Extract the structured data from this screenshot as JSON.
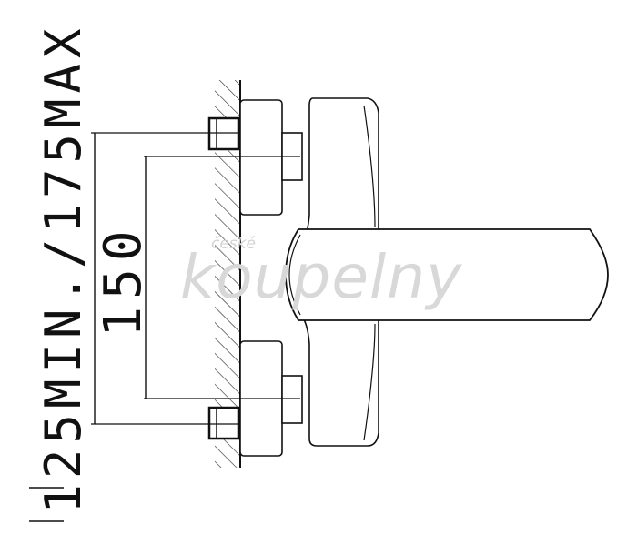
{
  "dimensions": {
    "outer_label": "125MIN./175MAX",
    "inner_label": "150"
  },
  "watermark": {
    "top": "české",
    "main": "koupelny"
  },
  "colors": {
    "line": "#111111",
    "hatch": "#222222",
    "watermark": "#d8d8d8",
    "background": "#ffffff"
  }
}
